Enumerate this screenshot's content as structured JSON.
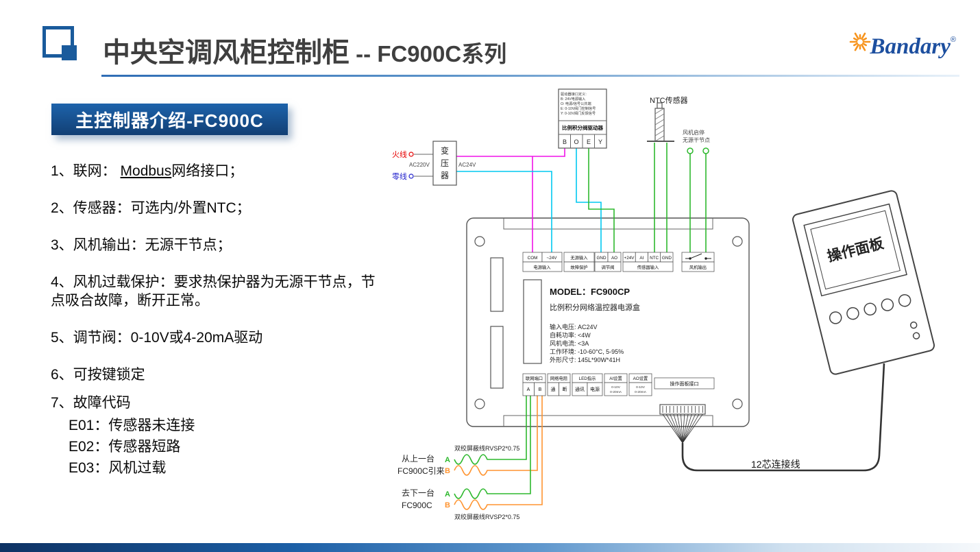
{
  "header": {
    "title_main": "中央空调风柜控制柜",
    "title_sub": " -- FC900C系列",
    "brand": "Bandary",
    "brand_reg": "®"
  },
  "badge": {
    "label": "主控制器介绍-FC900C"
  },
  "features": {
    "item1_prefix": "1、联网： ",
    "item1_link": "Modbus",
    "item1_suffix": "网络接口；",
    "item2": "2、传感器：可选内/外置NTC；",
    "item3": "3、风机输出：无源干节点；",
    "item4": "4、风机过载保护：要求热保护器为无源干节点，节点吸合故障，断开正常。",
    "item5": "5、调节阀：0-10V或4-20mA驱动",
    "item6": "6、可按键锁定",
    "item7": "7、故障代码",
    "fault1": "E01：传感器未连接",
    "fault2": "E02：传感器短路",
    "fault3": "E03：风机过载"
  },
  "diagram": {
    "transformer": {
      "char1": "变",
      "char2": "压",
      "char3": "器",
      "live": "火线",
      "neutral": "零线",
      "input_voltage": "AC220V",
      "output_voltage": "AC24V"
    },
    "valve_driver": {
      "spec0": "驱动器接口定义:",
      "spec1": "B: 24V电源输入",
      "spec2": "O: 电源/信号公共端",
      "spec3": "E: 0-10V阀门控制信号",
      "spec4": "Y: 0-10V阀门反馈信号",
      "title": "比例积分阀驱动器",
      "t0": "B",
      "t1": "O",
      "t2": "E",
      "t3": "Y"
    },
    "ntc_label": "NTC传感器",
    "fan_contact1": "风机启停",
    "fan_contact2": "无源干节点",
    "controller": {
      "model": "MODEL：FC900CP",
      "name": "比例积分网络温控器电源盒",
      "spec0": "输入电压: AC24V",
      "spec1": "自耗功率: <4W",
      "spec2": "风机电流: <3A",
      "spec3": "工作环境: -10-60°C, 5-95%",
      "spec4": "外形尺寸: 145L*90W*41H",
      "power_t1": "COM",
      "power_t2": "~24V",
      "power_label": "电源输入",
      "fault_t": "无源输入",
      "fault_label": "故障保护",
      "valve_t1": "GND",
      "valve_t2": "AO",
      "valve_label": "调节阀",
      "sensor_t1": "+24V",
      "sensor_t2": "AI",
      "sensor_t3": "NTC",
      "sensor_t4": "GND",
      "sensor_label": "传感器输入",
      "fan_label": "风机输出",
      "net_label": "联网端口",
      "net_a": "A",
      "net_b": "B",
      "res_label": "网络电阻",
      "res_on": "通",
      "res_off": "断",
      "led_label": "LED指示",
      "led_comm": "通讯",
      "led_power": "电源",
      "ai_label": "AI设置",
      "ai_v1": "0-10V",
      "ai_v2": "0-20mA",
      "ao_label": "AO设置",
      "ao_v1": "0-10V",
      "ao_v2": "0-20mA",
      "panel_port_label": "操作面板接口"
    },
    "panel": {
      "label": "操作面板"
    },
    "cable_label": "12芯连接线",
    "bus_in1": "从上一台",
    "bus_in2": "FC900C引来",
    "bus_out1": "去下一台",
    "bus_out2": "FC900C",
    "pair_label_top": "双绞屏蔽线RVSP2*0.75",
    "pair_label_bottom": "双绞屏蔽线RVSP2*0.75",
    "wire_a1": "A",
    "wire_b1": "B",
    "wire_a2": "A",
    "wire_b2": "B"
  },
  "colors": {
    "accent_blue": "#1a5b9c",
    "badge_blue": "#123f74",
    "brand_orange": "#f7941d",
    "wire_magenta": "#f012e8",
    "wire_cyan": "#00c8f0",
    "wire_green": "#2db82d",
    "wire_orange": "#ff9430",
    "live_red": "#e60000",
    "neutral_blue": "#2222cc"
  }
}
